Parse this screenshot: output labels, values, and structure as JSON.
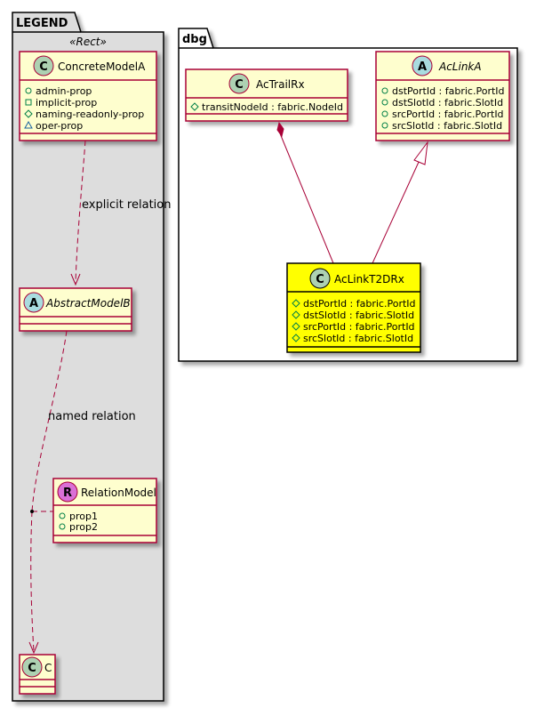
{
  "legend": {
    "title": "LEGEND",
    "stereotype": "«Rect»",
    "concrete": {
      "badge": "C",
      "name": "ConcreteModelA",
      "attributes": [
        {
          "vis": "public",
          "text": "admin-prop"
        },
        {
          "vis": "private",
          "text": "implicit-prop"
        },
        {
          "vis": "protected",
          "text": "naming-readonly-prop"
        },
        {
          "vis": "package",
          "text": "oper-prop"
        }
      ]
    },
    "explicit_label": "explicit relation",
    "abstract": {
      "badge": "A",
      "name": "AbstractModelB"
    },
    "named_label": "named relation",
    "relation": {
      "badge": "R",
      "name": "RelationModel",
      "attributes": [
        {
          "vis": "public",
          "text": "prop1"
        },
        {
          "vis": "public",
          "text": "prop2"
        }
      ]
    },
    "c_class": {
      "badge": "C",
      "name": "C"
    }
  },
  "dbg": {
    "title": "dbg",
    "trail": {
      "badge": "C",
      "name": "AcTrailRx",
      "attributes": [
        {
          "vis": "protected",
          "text": "transitNodeId : fabric.NodeId"
        }
      ]
    },
    "linka": {
      "badge": "A",
      "name": "AcLinkA",
      "attributes": [
        {
          "vis": "public",
          "text": "dstPortId : fabric.PortId"
        },
        {
          "vis": "public",
          "text": "dstSlotId : fabric.SlotId"
        },
        {
          "vis": "public",
          "text": "srcPortId : fabric.PortId"
        },
        {
          "vis": "public",
          "text": "srcSlotId : fabric.SlotId"
        }
      ]
    },
    "t2d": {
      "badge": "C",
      "name": "AcLinkT2DRx",
      "attributes": [
        {
          "vis": "protected",
          "text": "dstPortId : fabric.PortId"
        },
        {
          "vis": "protected",
          "text": "dstSlotId : fabric.SlotId"
        },
        {
          "vis": "protected",
          "text": "srcPortId : fabric.PortId"
        },
        {
          "vis": "protected",
          "text": "srcSlotId : fabric.SlotId"
        }
      ]
    }
  },
  "colors": {
    "class_fill": "#FEFECE",
    "class_border": "#A80036",
    "highlight_fill": "#FFFF00",
    "highlight_border": "#000000",
    "legend_fill": "#DDDDDD",
    "badge_class": "#ADD1B2",
    "badge_abstract": "#A9DCDF",
    "badge_relation": "#DA70D6"
  }
}
